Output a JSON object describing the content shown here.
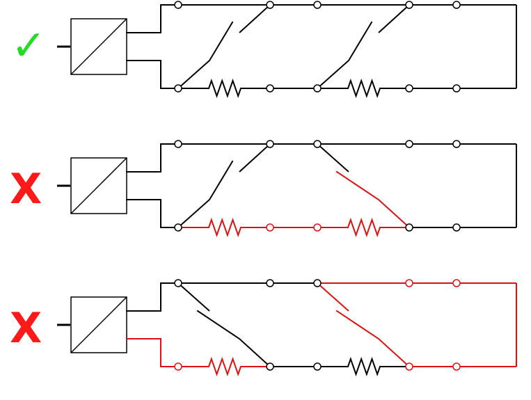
{
  "colors": {
    "ok": "#22dd22",
    "fault": "#ff1a1a",
    "wire": "#000000",
    "fault_path": "#e01010"
  },
  "rows": [
    {
      "status": "ok",
      "mark": "✓",
      "mark_icon": "check-icon",
      "switch1": "up",
      "switch2": "up",
      "fault_segments": []
    },
    {
      "status": "fault",
      "mark": "X",
      "mark_icon": "x-icon",
      "switch1": "up",
      "switch2": "down",
      "fault_segments": [
        "bottom-left-resistors"
      ]
    },
    {
      "status": "fault",
      "mark": "X",
      "mark_icon": "x-icon",
      "switch1": "down",
      "switch2": "down",
      "fault_segments": [
        "bottom-first-resistor",
        "top-right-loop"
      ]
    }
  ]
}
